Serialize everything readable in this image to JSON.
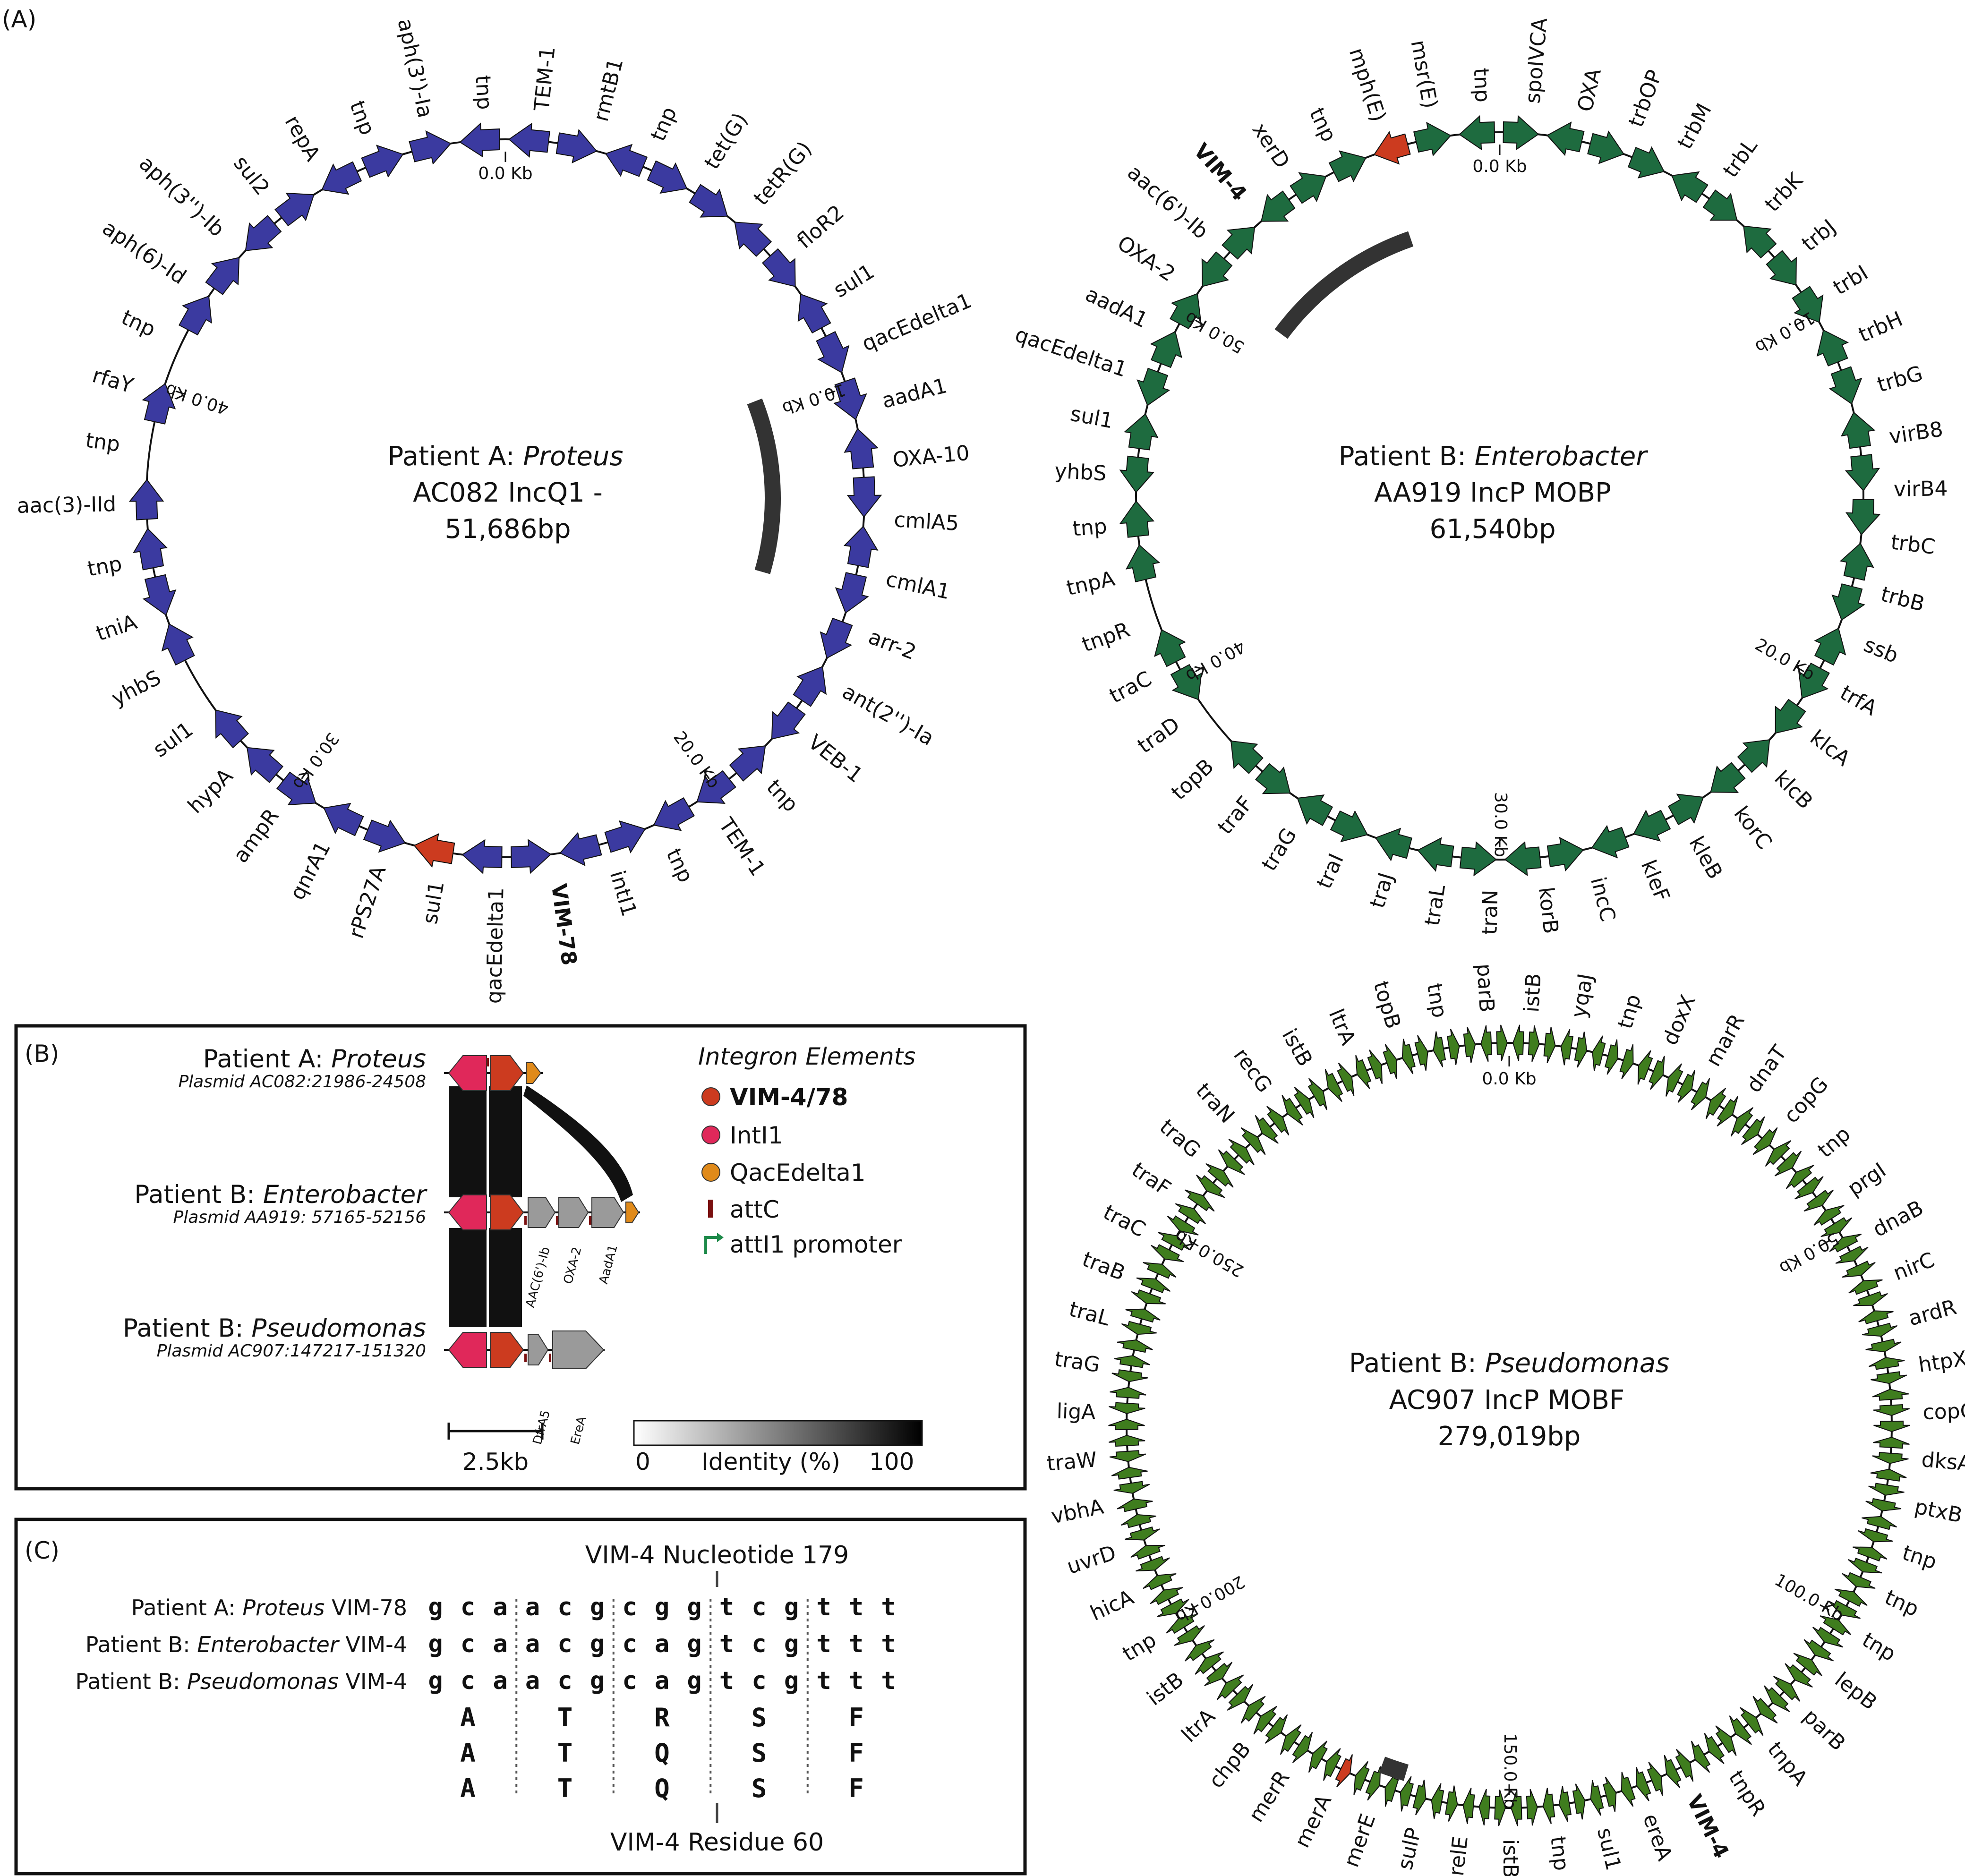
{
  "panel_labels": {
    "a": "(A)",
    "b": "(B)",
    "c": "(C)"
  },
  "colors": {
    "proteus": "#3b3aa0",
    "enterobacter": "#1e6b3f",
    "pseudomonas": "#3f7d1e",
    "vim": "#cc3b1f",
    "intl1": "#e0285a",
    "qac": "#e08a1a",
    "gray": "#9a9a9a",
    "seq_a": "#2e2f9a",
    "seq_b": "#1e6b3f",
    "seq_c": "#4a8a1a",
    "highlight": "#cc3b1f"
  },
  "plasmids": {
    "proteus": {
      "title_pre": "Patient A: ",
      "title_italic": "Proteus",
      "line2": "AC082 IncQ1 -",
      "line3": "51,686bp",
      "ticks": [
        "0.0 Kb",
        "10.0 Kb",
        "20.0 Kb",
        "30.0 Kb",
        "40.0 Kb"
      ],
      "genes": [
        "TEM-1",
        "rmtB1",
        "tnp",
        "tet(G)",
        "tetR(G)",
        "floR2",
        "sul1",
        "qacEdelta1",
        "aadA1",
        "OXA-10",
        "cmlA5",
        "cmlA1",
        "arr-2",
        "ant(2'')-Ia",
        "VEB-1",
        "tnp",
        "TEM-1",
        "tnp",
        "intI1",
        "VIM-78",
        "qacEdelta1",
        "sul1",
        "rPS27A",
        "qnrA1",
        "ampR",
        "hypA",
        "sul1",
        "yhbS",
        "tniA",
        "tnp",
        "aac(3)-IId",
        "tnp",
        "rfaY",
        "tnp",
        "aph(6)-Id",
        "aph(3'')-Ib",
        "sul2",
        "repA",
        "tnp",
        "aph(3')-Ia",
        "tnp"
      ]
    },
    "enterobacter": {
      "title_pre": "Patient B: ",
      "title_italic": "Enterobacter",
      "line2": "AA919 IncP MOBP",
      "line3": "61,540bp",
      "ticks": [
        "0.0 Kb",
        "10.0 Kb",
        "20.0 Kb",
        "30.0 Kb",
        "40.0 Kb",
        "50.0 Kb"
      ],
      "genes": [
        "spoIVCA",
        "OXA",
        "trbOP",
        "trbM",
        "trbL",
        "trbK",
        "trbJ",
        "trbI",
        "trbH",
        "trbG",
        "virB8",
        "virB4",
        "trbC",
        "trbB",
        "ssb",
        "trfA",
        "klcA",
        "klcB",
        "korC",
        "kleB",
        "kleF",
        "incC",
        "korB",
        "traN",
        "traL",
        "traJ",
        "traI",
        "traG",
        "traF",
        "topB",
        "traD",
        "traC",
        "tnpR",
        "tnpA",
        "tnp",
        "yhbS",
        "sul1",
        "qacEdelta1",
        "aadA1",
        "OXA-2",
        "aac(6')-Ib",
        "VIM-4",
        "xerD",
        "tnp",
        "mph(E)",
        "msr(E)",
        "tnp"
      ]
    },
    "pseudomonas": {
      "title_pre": "Patient B: ",
      "title_italic": "Pseudomonas",
      "line2": "AC907 IncP MOBF",
      "line3": "279,019bp",
      "ticks": [
        "0.0 Kb",
        "50.0 Kb",
        "100.0 Kb",
        "150.0 Kb",
        "200.0 Kb",
        "250.0 Kb"
      ],
      "genes": [
        "istB",
        "yqaJ",
        "tnp",
        "doxX",
        "marR",
        "dnaT",
        "copG",
        "tnp",
        "prgI",
        "dnaB",
        "nirC",
        "ardR",
        "htpX",
        "copG",
        "dksA",
        "ptxB",
        "tnp",
        "tnp",
        "tnp",
        "lepB",
        "parB",
        "tnpA",
        "tnpR",
        "VIM-4",
        "ereA",
        "sul1",
        "tnp",
        "istB",
        "relE",
        "sulP",
        "merE",
        "merA",
        "merR",
        "chpB",
        "ltrA",
        "istB",
        "tnp",
        "hicA",
        "uvrD",
        "vbhA",
        "traW",
        "ligA",
        "traG",
        "traL",
        "traB",
        "traC",
        "traF",
        "traG",
        "traN",
        "recG",
        "istB",
        "ltrA",
        "topB",
        "tnp",
        "parB"
      ]
    }
  },
  "panel_b": {
    "rows": [
      {
        "pre": "Patient A: ",
        "italic": "Proteus",
        "sub": "Plasmid AC082:21986-24508",
        "labels": []
      },
      {
        "pre": "Patient B: ",
        "italic": "Enterobacter",
        "sub": "Plasmid AA919: 57165-52156",
        "labels": [
          "AAC(6')-Ib",
          "OXA-2",
          "AadA1"
        ]
      },
      {
        "pre": "Patient B: ",
        "italic": "Pseudomonas",
        "sub": "Plasmid AC907:147217-151320",
        "labels": [
          "DfrA5",
          "EreA"
        ]
      }
    ],
    "legend_title": "Integron Elements",
    "legend": [
      "VIM-4/78",
      "IntI1",
      "QacEdelta1",
      "attC",
      "attI1 promoter"
    ],
    "scale_label": "2.5kb",
    "identity": {
      "min": "0",
      "label": "Identity (%)",
      "max": "100"
    }
  },
  "panel_c": {
    "top_label": "VIM-4 Nucleotide 179",
    "bottom_label": "VIM-4 Residue 60",
    "rows": [
      {
        "pre": "Patient A: ",
        "italic": "Proteus",
        "post": " VIM-78",
        "seq": [
          "g",
          "c",
          "a",
          "a",
          "c",
          "g",
          "c",
          "g",
          "g",
          "t",
          "c",
          "g",
          "t",
          "t",
          "t"
        ]
      },
      {
        "pre": "Patient B: ",
        "italic": "Enterobacter",
        "post": " VIM-4",
        "seq": [
          "g",
          "c",
          "a",
          "a",
          "c",
          "g",
          "c",
          "a",
          "g",
          "t",
          "c",
          "g",
          "t",
          "t",
          "t"
        ]
      },
      {
        "pre": "Patient B: ",
        "italic": "Pseudomonas",
        "post": " VIM-4",
        "seq": [
          "g",
          "c",
          "a",
          "a",
          "c",
          "g",
          "c",
          "a",
          "g",
          "t",
          "c",
          "g",
          "t",
          "t",
          "t"
        ]
      }
    ],
    "aa_rows": [
      [
        "A",
        "T",
        "R",
        "S",
        "F"
      ],
      [
        "A",
        "T",
        "Q",
        "S",
        "F"
      ],
      [
        "A",
        "T",
        "Q",
        "S",
        "F"
      ]
    ]
  }
}
